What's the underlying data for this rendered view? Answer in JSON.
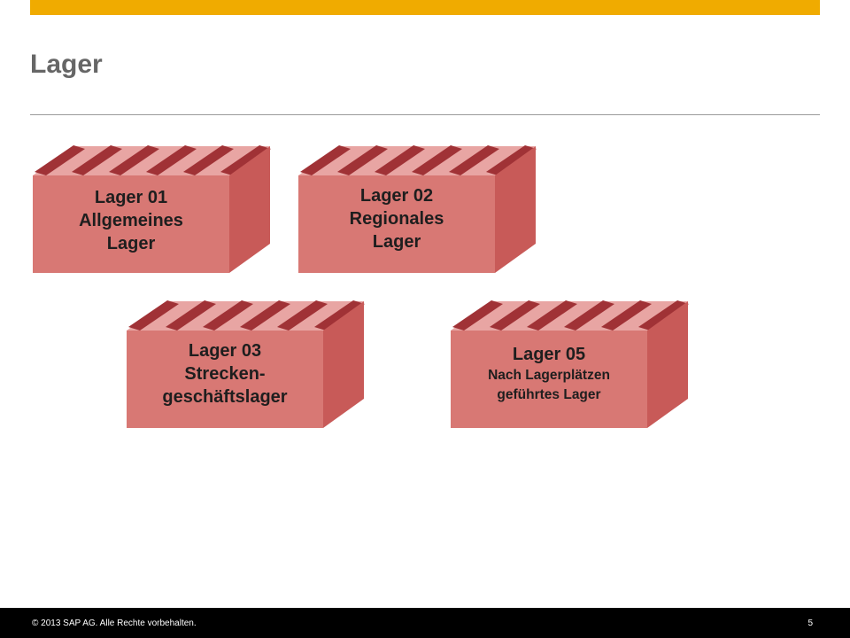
{
  "slide": {
    "title": "Lager",
    "footer_copyright": "© 2013 SAP AG. Alle Rechte vorbehalten.",
    "page_number": "5"
  },
  "warehouses": [
    {
      "title": "Lager 01",
      "lines": [
        "Allgemeines",
        "Lager"
      ]
    },
    {
      "title": "Lager 02",
      "lines": [
        "Regionales",
        "Lager"
      ]
    },
    {
      "title": "Lager 03",
      "lines": [
        "Strecken-",
        "geschäftslager"
      ]
    },
    {
      "title": "Lager 05",
      "lines": [
        "Nach Lagerplätzen",
        "geführtes Lager"
      ]
    }
  ],
  "colors": {
    "accent_bar": "#f0ab00",
    "building_front": "#d87874",
    "building_side": "#c85a58",
    "building_roof": "#e8a5a3",
    "roof_teeth": "#a03236"
  }
}
